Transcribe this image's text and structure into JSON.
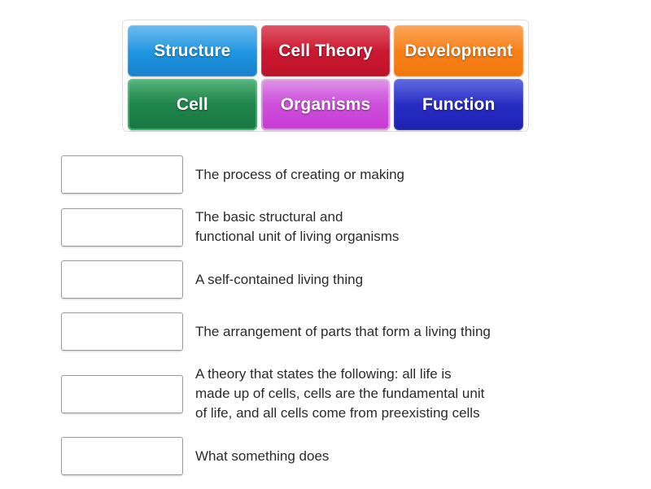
{
  "word_bank": {
    "rows": [
      [
        {
          "label": "Structure",
          "color": "#2196e0",
          "theme": "blue"
        },
        {
          "label": "Cell Theory",
          "color": "#cc1a32",
          "theme": "red"
        },
        {
          "label": "Development",
          "color": "#f8811c",
          "theme": "orange"
        }
      ],
      [
        {
          "label": "Cell",
          "color": "#1f8b4c",
          "theme": "green"
        },
        {
          "label": "Organisms",
          "color": "#cf58dd",
          "theme": "magenta"
        },
        {
          "label": "Function",
          "color": "#2a2fc6",
          "theme": "darkblue"
        }
      ]
    ]
  },
  "definitions": [
    {
      "text": "The process of creating or making"
    },
    {
      "text": "The basic structural and\nfunctional unit of living organisms"
    },
    {
      "text": "A self-contained living thing"
    },
    {
      "text": "The arrangement of parts that form a living thing"
    },
    {
      "text": "A theory that states the following: all life is\nmade up of cells, cells are the fundamental unit\nof life, and all cells come from preexisting cells"
    },
    {
      "text": "What something does"
    }
  ],
  "drop_zone": {
    "value": "",
    "placeholder": ""
  },
  "colors": {
    "page_background": "#ffffff",
    "bank_border": "#dedede",
    "drop_zone_border": "#9a9a9a",
    "text": "#2b2b2b",
    "tile_text": "#ffffff"
  }
}
